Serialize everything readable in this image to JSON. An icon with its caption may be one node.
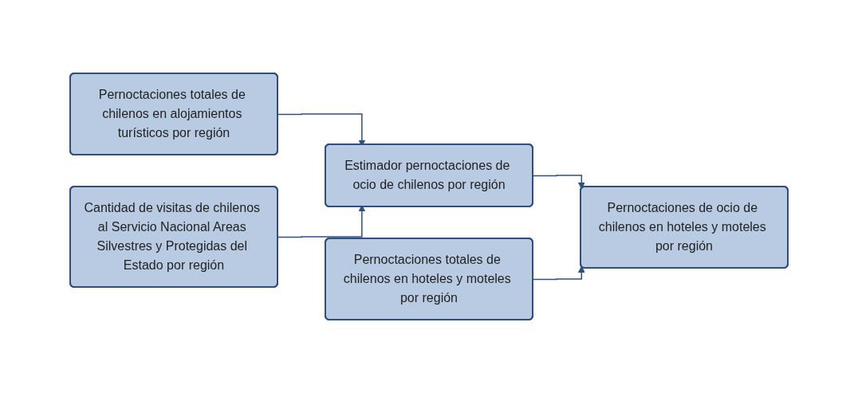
{
  "diagram": {
    "nodes": [
      {
        "text": [
          "Pernoctaciones totales de chilenos en alojamientos turísticos por región"
        ]
      },
      {
        "text": [
          "Cantidad de visitas de chilenos al Servicio Nacional Areas Silvestres y Protegidas del Estado por región"
        ]
      },
      {
        "text": [
          "Estimador pernoctaciones de ocio de chilenos por región"
        ]
      },
      {
        "text": [
          "Pernoctaciones totales de chilenos en hoteles y moteles por región"
        ]
      },
      {
        "text": [
          "Pernoctaciones de ocio de chilenos en hoteles y moteles por región"
        ]
      }
    ],
    "edges": [
      {
        "from": 0,
        "to": 2,
        "arrow": "to"
      },
      {
        "from": 1,
        "to": 2,
        "arrow": "to"
      },
      {
        "from": 2,
        "to": 4,
        "arrow": "to"
      },
      {
        "from": 3,
        "to": 4,
        "arrow": "to"
      }
    ]
  }
}
